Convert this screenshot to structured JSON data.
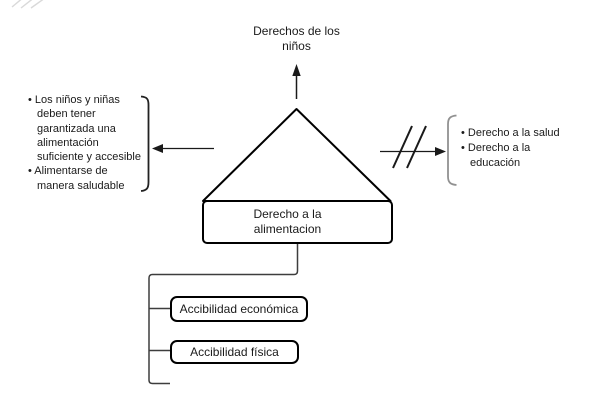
{
  "colors": {
    "background": "#ffffff",
    "text": "#1a1a1a",
    "shape_stroke": "#000000",
    "connector_line": "#3d3d3d",
    "left_brace": "#222222",
    "right_brace": "#919191",
    "corner_scribble": "#d9d9d9"
  },
  "top_label": {
    "lines": [
      "Derechos de los",
      "niños"
    ]
  },
  "pyramid": {
    "box_lines": [
      "Derecho a la",
      "alimentacion"
    ]
  },
  "left_note": {
    "lines": [
      "• Los niños y niñas",
      "deben tener",
      "garantizada una",
      "alimentación",
      "suficiente y accesible",
      "• Alimentarse de",
      "manera saludable"
    ]
  },
  "right_note": {
    "lines": [
      "• Derecho a la salud",
      "• Derecho a la",
      "educación"
    ]
  },
  "sub_boxes": {
    "economic": "Accibilidad económica",
    "physical": "Accibilidad física"
  }
}
